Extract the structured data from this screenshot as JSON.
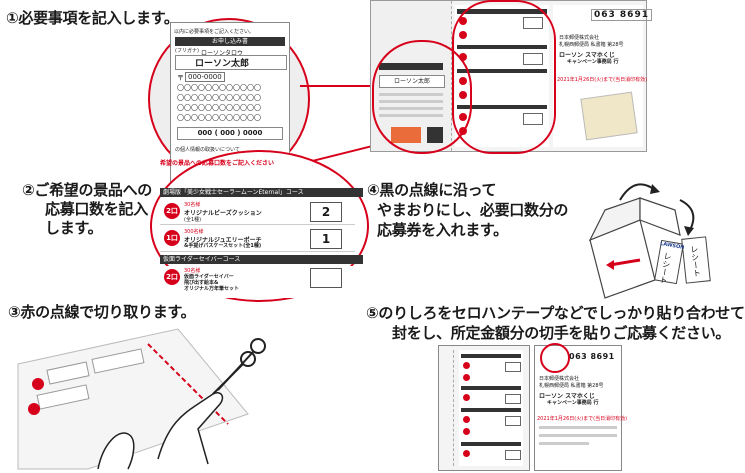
{
  "steps": {
    "s1": "①必要事項を記入します。",
    "s2a": "②ご希望の景品への",
    "s2b": "応募口数を記入",
    "s2c": "します。",
    "s3": "③赤の点線で切り取ります。",
    "s4a": "④黒の点線に沿って",
    "s4b": "やまおりにし、必要口数分の",
    "s4c": "応募券を入れます。",
    "s5a": "⑤のりしろをセロハンテープなどでしっかり貼り合わせて",
    "s5b": "封をし、所定金額分の切手を貼りご応募ください。"
  },
  "zoom1": {
    "note": "以内に必要事項をご記入ください。",
    "title": "お申し込み書",
    "kana_label": "(フリガナ)",
    "kana_value": "ローソンタロウ",
    "name_value": "ローソン太郎",
    "postal_mark": "〒",
    "postal_value": "000-0000",
    "circles": "〇〇〇〇〇〇〇〇〇〇〇〇",
    "phone_value": "000 ( 000 ) 0000",
    "privacy": "の個人情報の取扱いについて"
  },
  "zoom2": {
    "header": "希望の景品への応募口数をご記入ください",
    "course1": "劇場版「美少女戦士セーラームーンEternal」コース",
    "item1_points": "2口",
    "item1_code": "30名様",
    "item1_name": "オリジナルビーズクッション",
    "item1_sub": "(全1種)",
    "item1_qty": "2",
    "item2_points": "1口",
    "item2_code": "300名様",
    "item2_name": "オリジナルジュエリーポーチ",
    "item2_name2": "&手提げパスケースセット(全1種)",
    "item2_qty": "1",
    "course2": "仮面ライダーセイバーコース",
    "item3_points": "2口",
    "item3_code": "30名様",
    "item3_name": "仮面ライダーセイバー",
    "item3_name2": "飛び出す絵本&",
    "item3_name3": "オリジナル万年筆セット"
  },
  "doc": {
    "postal_code": "063 8691",
    "address1": "日本郵便株式会社",
    "address2": "札幌西郵便局 私書箱 第28号",
    "recipient": "ローソン スマホくじ",
    "recipient2": "キャンペーン事務局 行",
    "deadline": "2021年1月26日(火)まで(当日消印有効)",
    "name_box": "ローソン太郎"
  },
  "labels": {
    "lawson": "LAWSON",
    "receipt": "レシート"
  },
  "colors": {
    "accent": "#d7001b"
  }
}
